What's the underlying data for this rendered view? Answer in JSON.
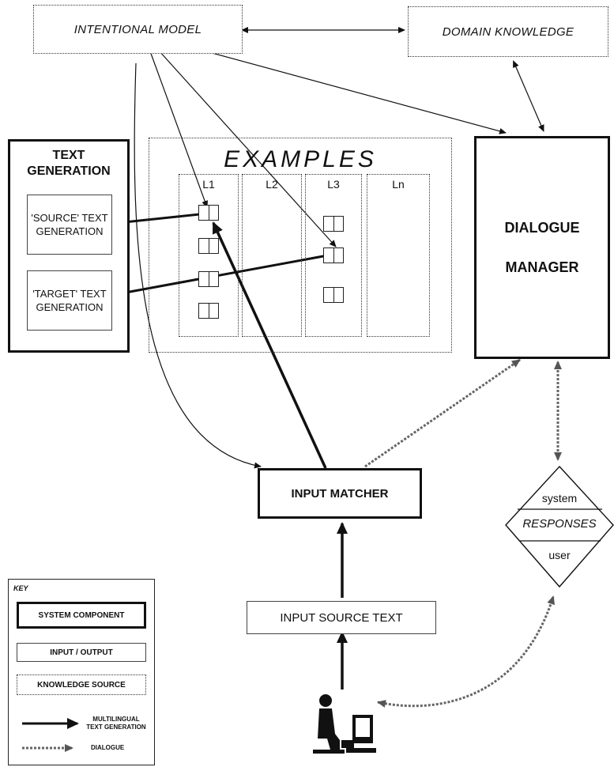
{
  "nodes": {
    "intentional_model": "INTENTIONAL MODEL",
    "domain_knowledge": "DOMAIN KNOWLEDGE",
    "text_generation": "TEXT GENERATION",
    "source_text_generation": "'SOURCE' TEXT GENERATION",
    "target_text_generation": "'TARGET' TEXT GENERATION",
    "examples": "EXAMPLES",
    "dialogue_manager_line1": "DIALOGUE",
    "dialogue_manager_line2": "MANAGER",
    "input_matcher": "INPUT MATCHER",
    "input_source_text": "INPUT SOURCE TEXT",
    "responses_top": "system",
    "responses_mid": "RESPONSES",
    "responses_bottom": "user"
  },
  "example_columns": [
    "L1",
    "L2",
    "L3",
    "Ln"
  ],
  "key": {
    "title": "KEY",
    "system_component": "SYSTEM COMPONENT",
    "input_output": "INPUT / OUTPUT",
    "knowledge_source": "KNOWLEDGE SOURCE",
    "multilingual_line1": "MULTILINGUAL",
    "multilingual_line2": "TEXT GENERATION",
    "dialogue": "DIALOGUE"
  }
}
